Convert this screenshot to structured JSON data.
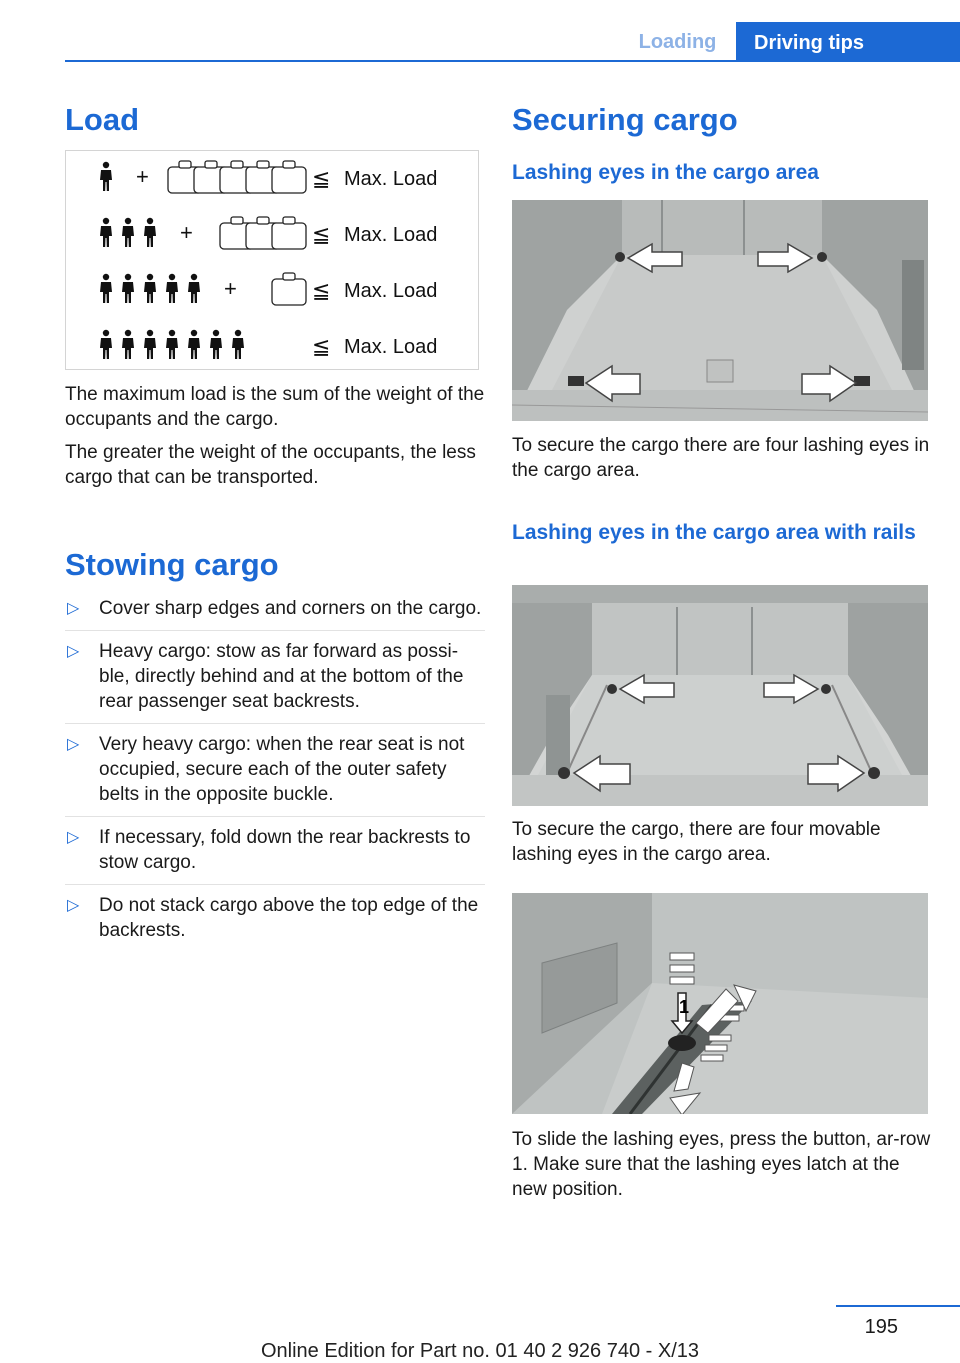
{
  "header": {
    "tab_section": "Loading",
    "tab_chapter": "Driving tips"
  },
  "load": {
    "title": "Load",
    "figure": {
      "rows": [
        {
          "persons": 1,
          "cases": 5,
          "plus": "+",
          "symbol": "≦",
          "label": "Max. Load"
        },
        {
          "persons": 3,
          "cases": 3,
          "plus": "+",
          "symbol": "≦",
          "label": "Max. Load"
        },
        {
          "persons": 5,
          "cases": 1,
          "plus": "+",
          "symbol": "≦",
          "label": "Max. Load"
        },
        {
          "persons": 7,
          "cases": 0,
          "plus": "",
          "symbol": "≦",
          "label": "Max. Load"
        }
      ]
    },
    "p1": "The maximum load is the sum of the weight of the occupants and the cargo.",
    "p2": "The greater the weight of the occupants, the less cargo that can be transported."
  },
  "stowing": {
    "title": "Stowing cargo",
    "bullet_symbol": "▷",
    "items": [
      "Cover sharp edges and corners on the cargo.",
      "Heavy cargo: stow as far forward as possi-ble, directly behind and at the bottom of the rear passenger seat backrests.",
      "Very heavy cargo: when the rear seat is not occupied, secure each of the outer safety belts in the opposite buckle.",
      "If necessary, fold down the rear backrests to stow cargo.",
      "Do not stack cargo above the top edge of the backrests."
    ]
  },
  "securing": {
    "title": "Securing cargo",
    "sub1": "Lashing eyes in the cargo area",
    "text1": "To secure the cargo there are four lashing eyes in the cargo area.",
    "sub2": "Lashing eyes in the cargo area with rails",
    "text2": "To secure the cargo, there are four movable lashing eyes in the cargo area.",
    "figure3_callout": "1",
    "text3": "To slide the lashing eyes, press the button, ar-row 1. Make sure that the lashing eyes latch at the new position."
  },
  "footer": {
    "page_number": "195",
    "edition": "Online Edition for Part no. 01 40 2 926 740 - X/13"
  }
}
